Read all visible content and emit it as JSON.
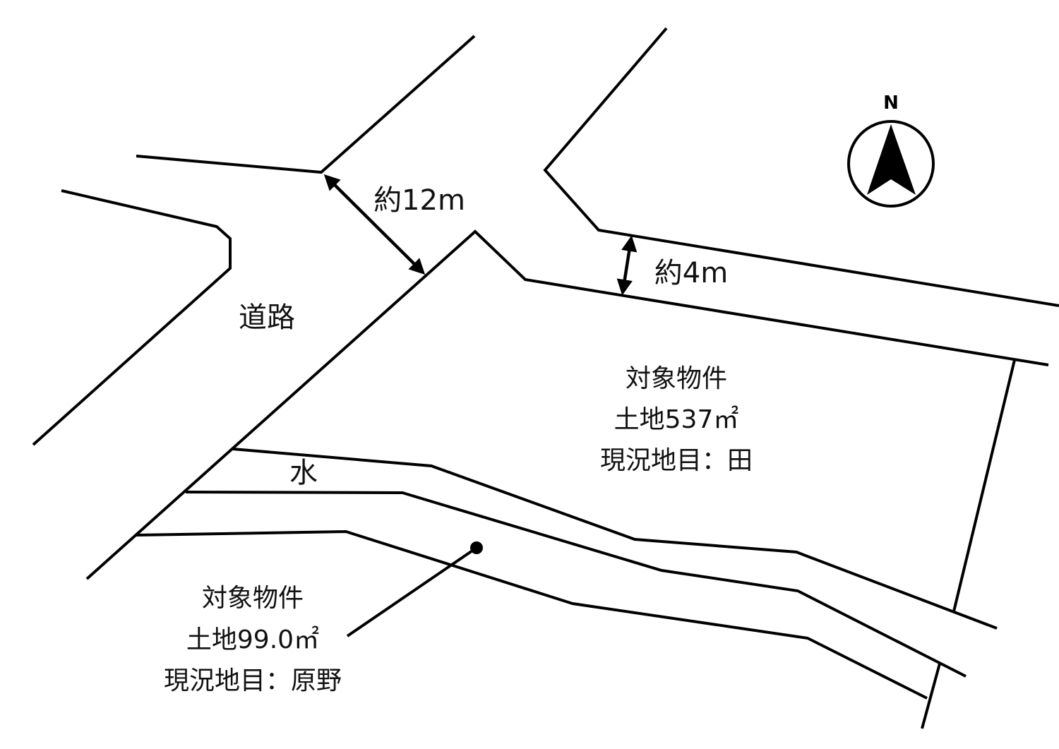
{
  "road": {
    "label": "道路"
  },
  "dimensions": {
    "wide_road": "約12m",
    "narrow_road": "約4m"
  },
  "waterway": {
    "label": "水"
  },
  "north": {
    "letter": "N",
    "icon": "north-arrow-icon"
  },
  "parcel_main": {
    "line1": "対象物件",
    "line2": "土地537㎡",
    "line3": "現況地目：田"
  },
  "parcel_sub": {
    "line1": "対象物件",
    "line2": "土地99.0㎡",
    "line3": "現況地目：原野"
  }
}
